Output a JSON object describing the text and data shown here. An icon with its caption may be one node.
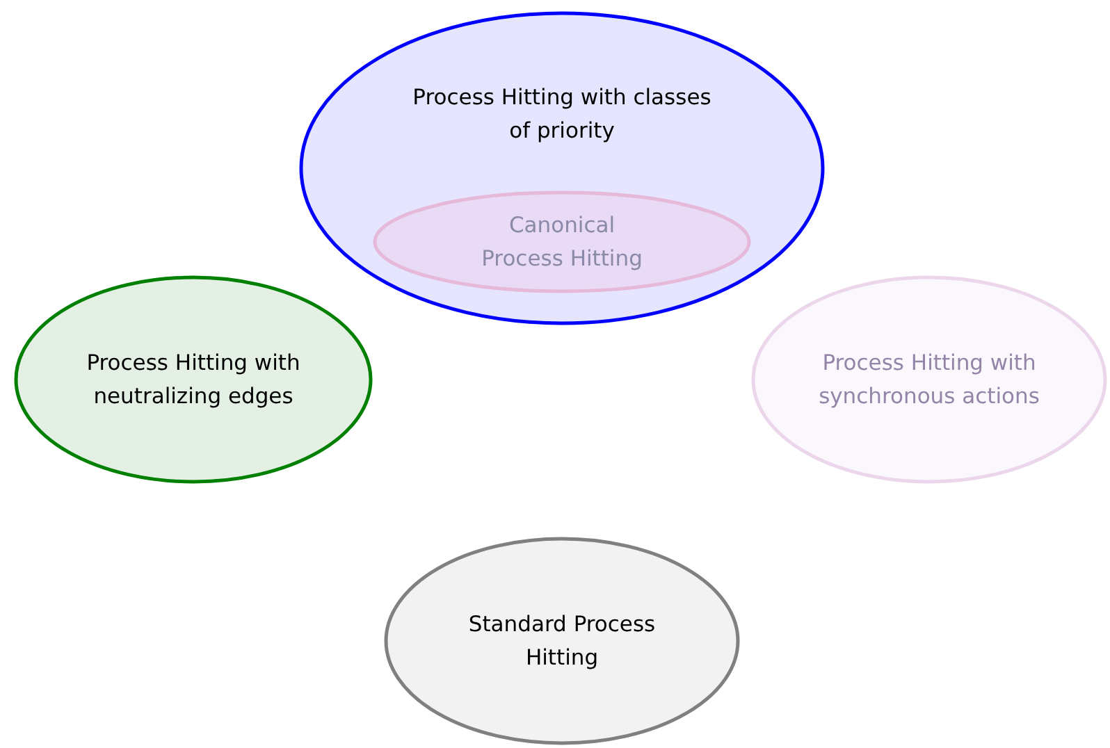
{
  "diagram": {
    "nodes": [
      {
        "text": [
          "Process Hitting with classes of priority"
        ]
      },
      {
        "text": [
          "Canonical Process Hitting"
        ],
        "in": 0
      },
      {
        "text": [
          "Process Hitting with neutralizing edges"
        ]
      },
      {
        "text": [
          "Process Hitting with synchronous actions"
        ]
      },
      {
        "text": [
          "Standard Process Hitting"
        ]
      }
    ]
  }
}
